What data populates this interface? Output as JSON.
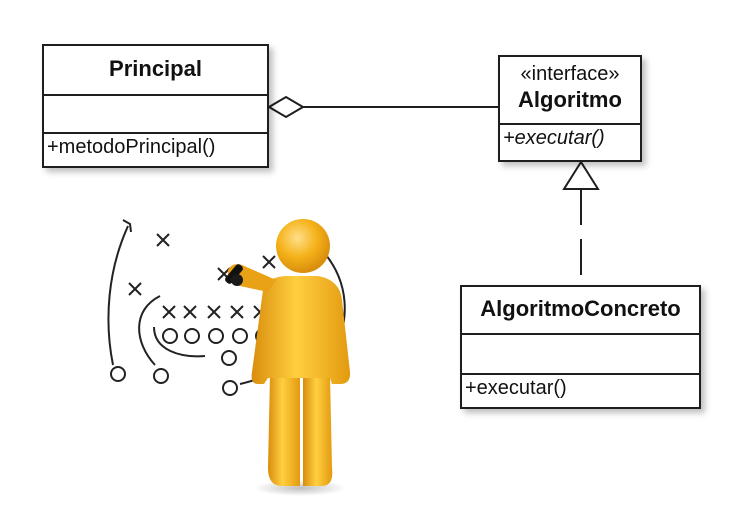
{
  "classes": {
    "principal": {
      "name": "Principal",
      "operations": [
        "+metodoPrincipal()"
      ]
    },
    "algoritmo": {
      "stereotype": "«interface»",
      "name": "Algoritmo",
      "operations": [
        "+executar()"
      ]
    },
    "concreto": {
      "name": "AlgoritmoConcreto",
      "operations": [
        "+executar()"
      ]
    }
  },
  "colors": {
    "line": "#1e1e1e",
    "figure": "#f5b21a",
    "figure_shade": "#d98d0c",
    "figure_highlight": "#ffd966"
  },
  "illustration": {
    "description_icon": "coach-whiteboard-play-icon"
  }
}
